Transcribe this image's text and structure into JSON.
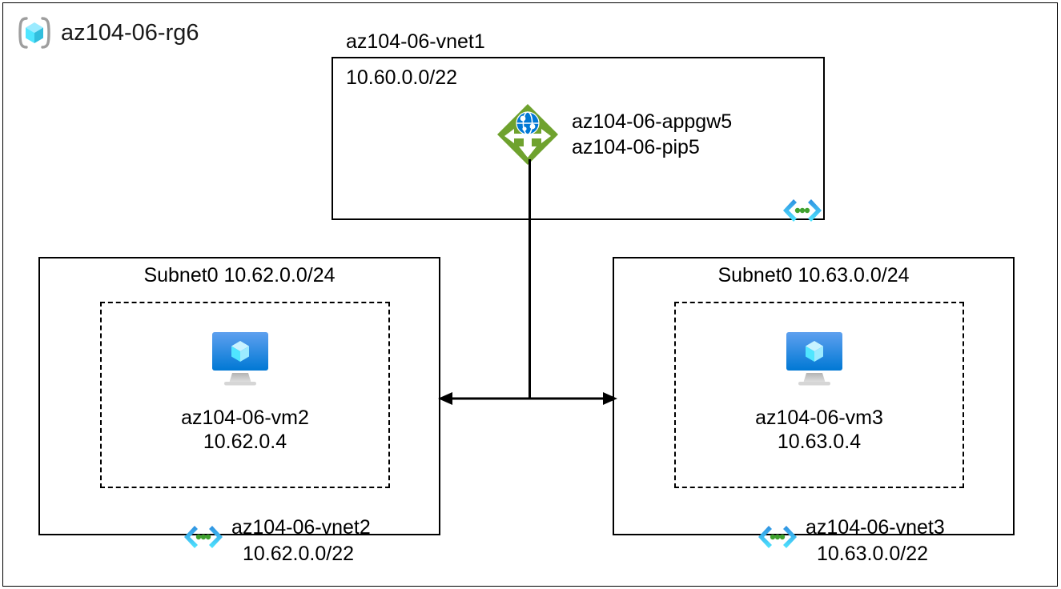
{
  "resource_group": {
    "name": "az104-06-rg6",
    "icon": "resource-group-cube-icon"
  },
  "vnet1": {
    "title": "az104-06-vnet1",
    "cidr": "10.60.0.0/22",
    "vnet_icon": "virtual-network-icon",
    "appgw": {
      "icon": "application-gateway-icon",
      "label_line1": "az104-06-appgw5",
      "label_line2": "az104-06-pip5"
    }
  },
  "vnet2": {
    "subnet_title": "Subnet0 10.62.0.0/24",
    "vm": {
      "icon": "virtual-machine-icon",
      "name": "az104-06-vm2",
      "ip": "10.62.0.4"
    },
    "vnet_icon": "virtual-network-icon",
    "name": "az104-06-vnet2",
    "cidr": "10.62.0.0/22"
  },
  "vnet3": {
    "subnet_title": "Subnet0 10.63.0.0/24",
    "vm": {
      "icon": "virtual-machine-icon",
      "name": "az104-06-vm3",
      "ip": "10.63.0.4"
    },
    "vnet_icon": "virtual-network-icon",
    "name": "az104-06-vnet3",
    "cidr": "10.63.0.0/22"
  },
  "connectors": {
    "peering_arrow": "bidirectional-peering-arrow",
    "gateway_drop_line": "gateway-connection-line"
  },
  "colors": {
    "azure_cube_light": "#9CEBFF",
    "azure_cube_mid": "#32BEDD",
    "appgw_green": "#59B4D9",
    "gateway_green": "#6FA22E",
    "vm_blue": "#0078D4",
    "line_black": "#000000"
  }
}
